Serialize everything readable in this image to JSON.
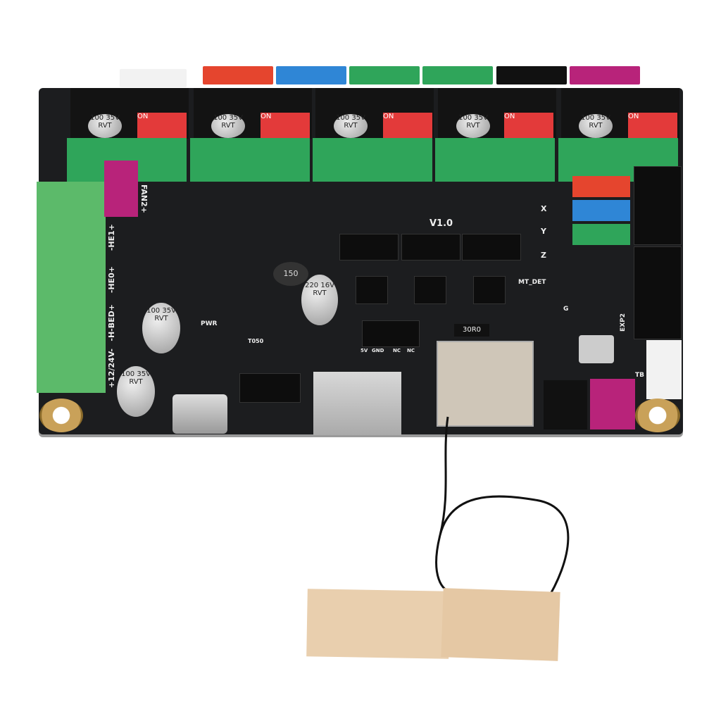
{
  "board": {
    "version_label": "V1.0",
    "axis_labels": [
      "X",
      "Y",
      "Z",
      "MT_DET"
    ],
    "header_pins": [
      "5V",
      "GND",
      "NC",
      "NC"
    ],
    "resistor_label": "30R0",
    "inductor_label": "150",
    "capacitor_large": "220 16V RVT",
    "capacitor_small": "100 35V RVT",
    "dip_label": "ON",
    "terminal_labels": [
      "-HE1+",
      "-HE0+",
      "-H-BED+",
      "+12/24V-"
    ],
    "fan_label": "FAN2+",
    "pwr_label": "PWR",
    "mosfet_label": "T050",
    "exp_label": "EXP2",
    "tb_label": "TB",
    "g_label": "G"
  },
  "colors": {
    "pcb": "#1c1d1f",
    "connector_red": "#e5452e",
    "connector_blue": "#2f86d6",
    "connector_green": "#2fa55a",
    "connector_magenta": "#b8237a",
    "antenna_pad": "#e9cfae"
  }
}
